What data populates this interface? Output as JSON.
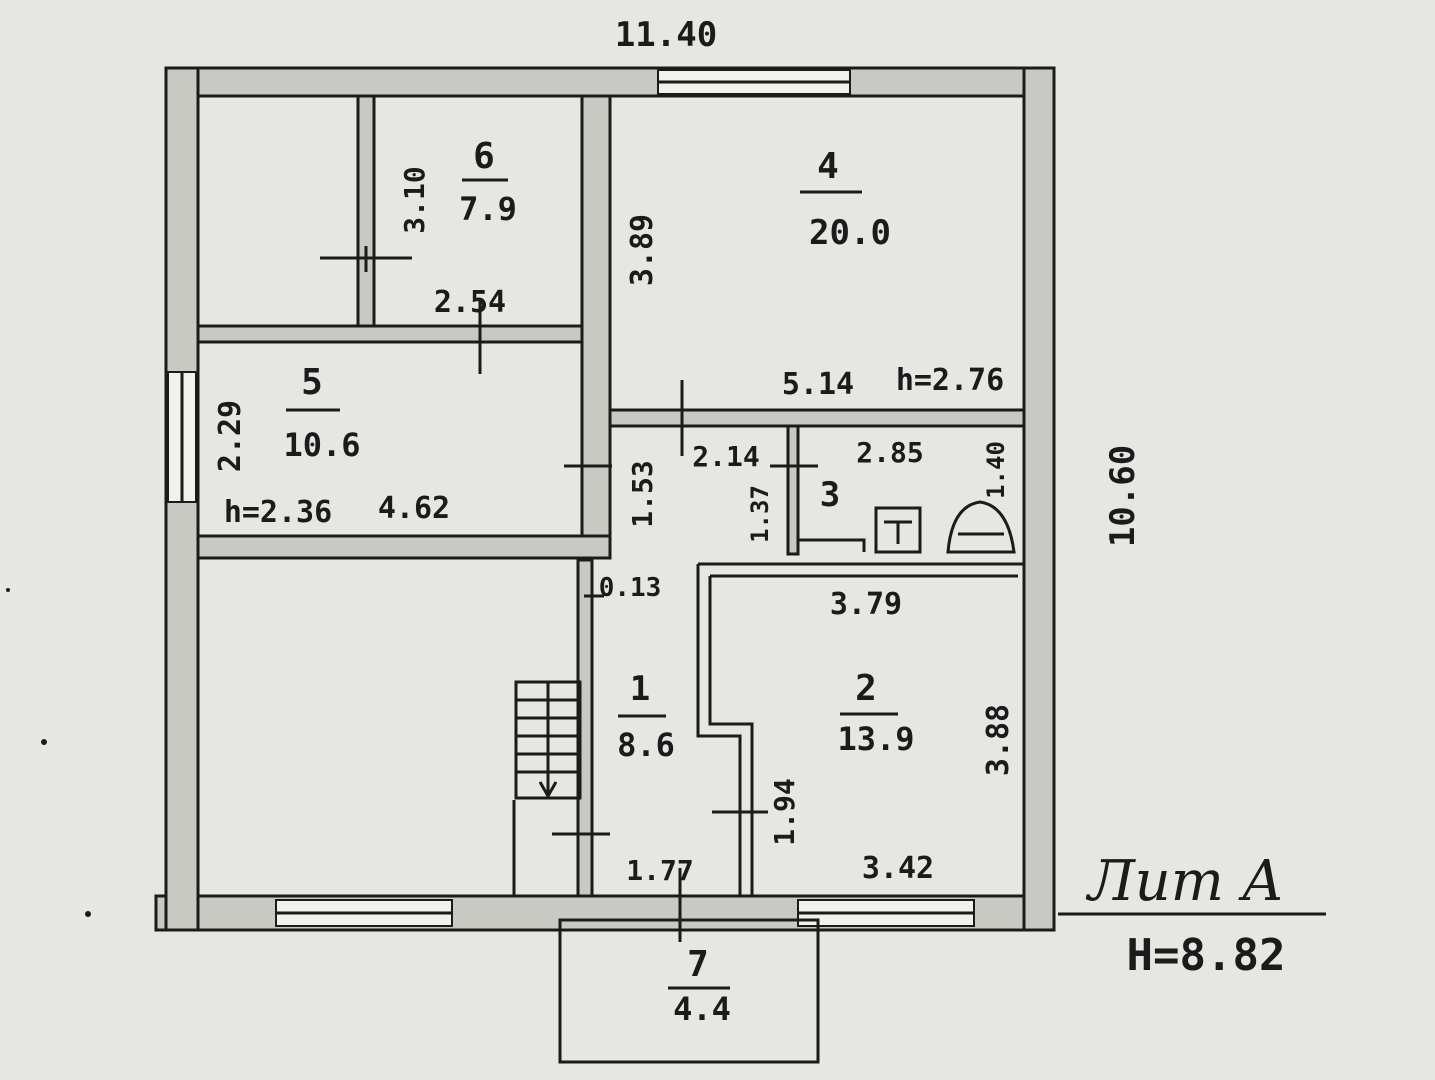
{
  "plan": {
    "total_width": "11.40",
    "total_height": "10.60",
    "lit_label": "Лит А",
    "height_label": "Н=8.82"
  },
  "rooms": [
    {
      "number": "1",
      "area": "8.6"
    },
    {
      "number": "2",
      "area": "13.9"
    },
    {
      "number": "3",
      "area": ""
    },
    {
      "number": "4",
      "area": "20.0"
    },
    {
      "number": "5",
      "area": "10.6"
    },
    {
      "number": "6",
      "area": "7.9"
    },
    {
      "number": "7",
      "area": "4.4"
    }
  ],
  "dimensions": {
    "d_310": "3.10",
    "d_254": "2.54",
    "d_389": "3.89",
    "d_514": "5.14",
    "h_276": "h=2.76",
    "d_229": "2.29",
    "h_236": "h=2.36",
    "d_462": "4.62",
    "d_153": "1.53",
    "d_214": "2.14",
    "d_285": "2.85",
    "d_140": "1.40",
    "d_137": "1.37",
    "d_013": "0.13",
    "d_379": "3.79",
    "d_388": "3.88",
    "d_194": "1.94",
    "d_177": "1.77",
    "d_342": "3.42"
  }
}
